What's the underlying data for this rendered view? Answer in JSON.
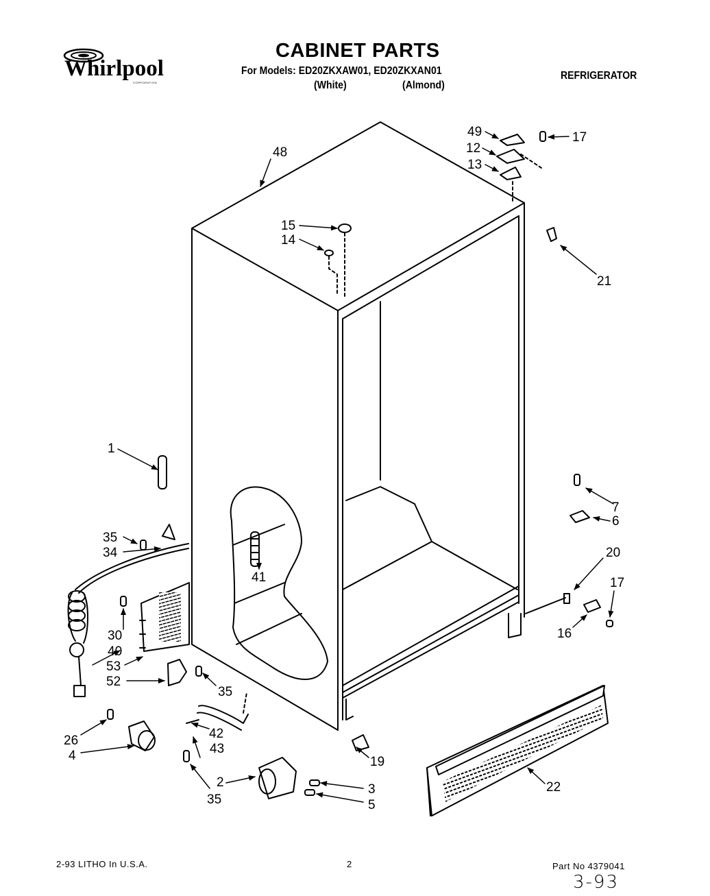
{
  "header": {
    "brand": "Whirlpool",
    "brand_subtext": "CORPORATION",
    "title": "CABINET PARTS",
    "models_line": "For Models: ED20ZKXAW01, ED20ZKXAN01",
    "color_white": "(White)",
    "color_almond": "(Almond)",
    "category": "REFRIGERATOR"
  },
  "callouts": {
    "c1": "1",
    "c2": "2",
    "c3": "3",
    "c4": "4",
    "c5": "5",
    "c6": "6",
    "c7": "7",
    "c12": "12",
    "c13": "13",
    "c14": "14",
    "c15": "15",
    "c16": "16",
    "c17a": "17",
    "c17b": "17",
    "c19": "19",
    "c20": "20",
    "c21": "21",
    "c22": "22",
    "c26": "26",
    "c30": "30",
    "c34": "34",
    "c35a": "35",
    "c35b": "35",
    "c35c": "35",
    "c40": "40",
    "c41": "41",
    "c42": "42",
    "c43": "43",
    "c48": "48",
    "c49": "49",
    "c52": "52",
    "c53": "53"
  },
  "footer": {
    "litho": "2-93 LITHO In U.S.A.",
    "page_number": "2",
    "part_no": "Part No 4379041",
    "handwritten_date": "3-93"
  }
}
